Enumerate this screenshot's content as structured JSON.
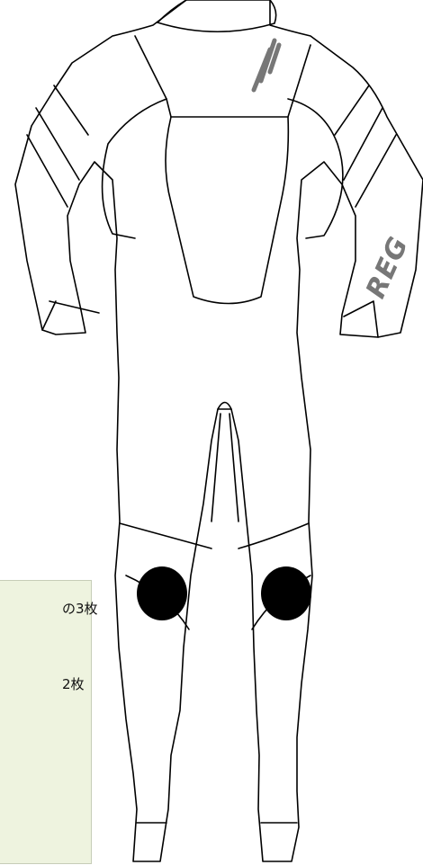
{
  "note": {
    "line_1": "の3枚",
    "line_2": "2枚"
  },
  "logos": {
    "chest_logo": "flame-stripe-logo",
    "sleeve_logo_text": "REG"
  },
  "colors": {
    "outline": "#000000",
    "fill": "#ffffff",
    "knee_pad": "#000000",
    "logo": "#777777",
    "note_background": "#eef3df"
  }
}
